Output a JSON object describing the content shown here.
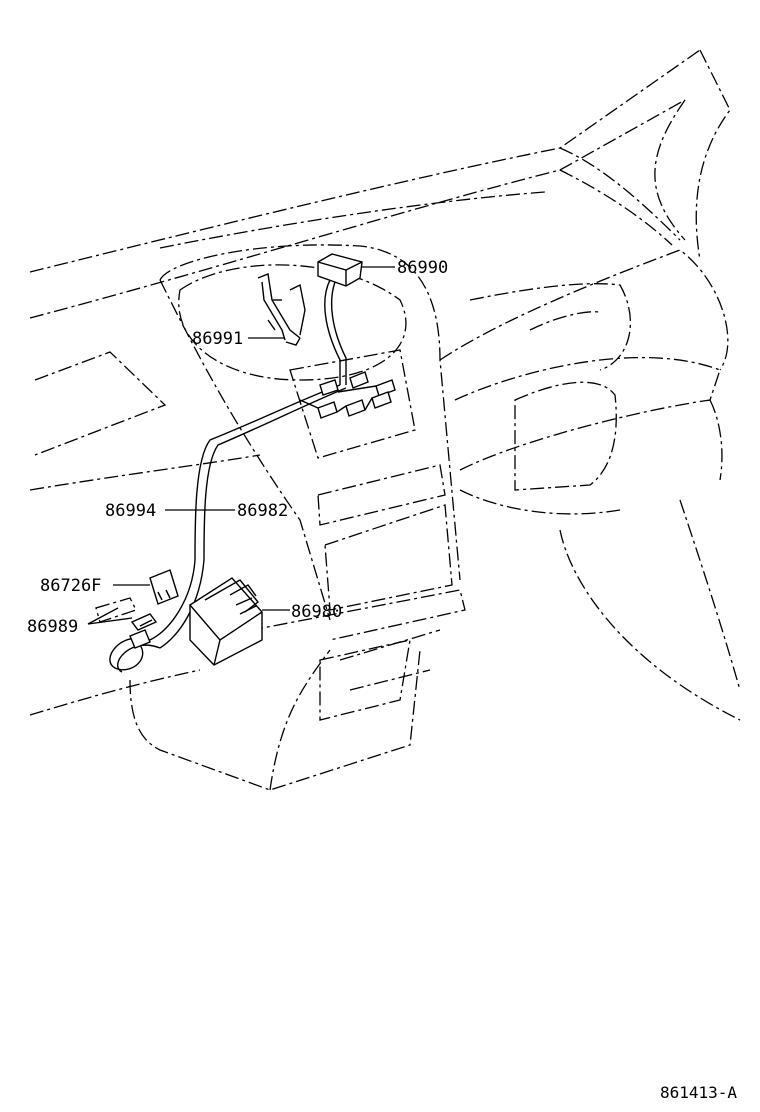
{
  "diagram": {
    "callouts": [
      {
        "id": "86990",
        "label": "86990"
      },
      {
        "id": "86991",
        "label": "86991"
      },
      {
        "id": "86994",
        "label": "86994"
      },
      {
        "id": "86982",
        "label": "86982"
      },
      {
        "id": "86726F",
        "label": "86726F"
      },
      {
        "id": "86989",
        "label": "86989"
      },
      {
        "id": "86980",
        "label": "86980"
      }
    ],
    "reference_code": "861413-A"
  }
}
